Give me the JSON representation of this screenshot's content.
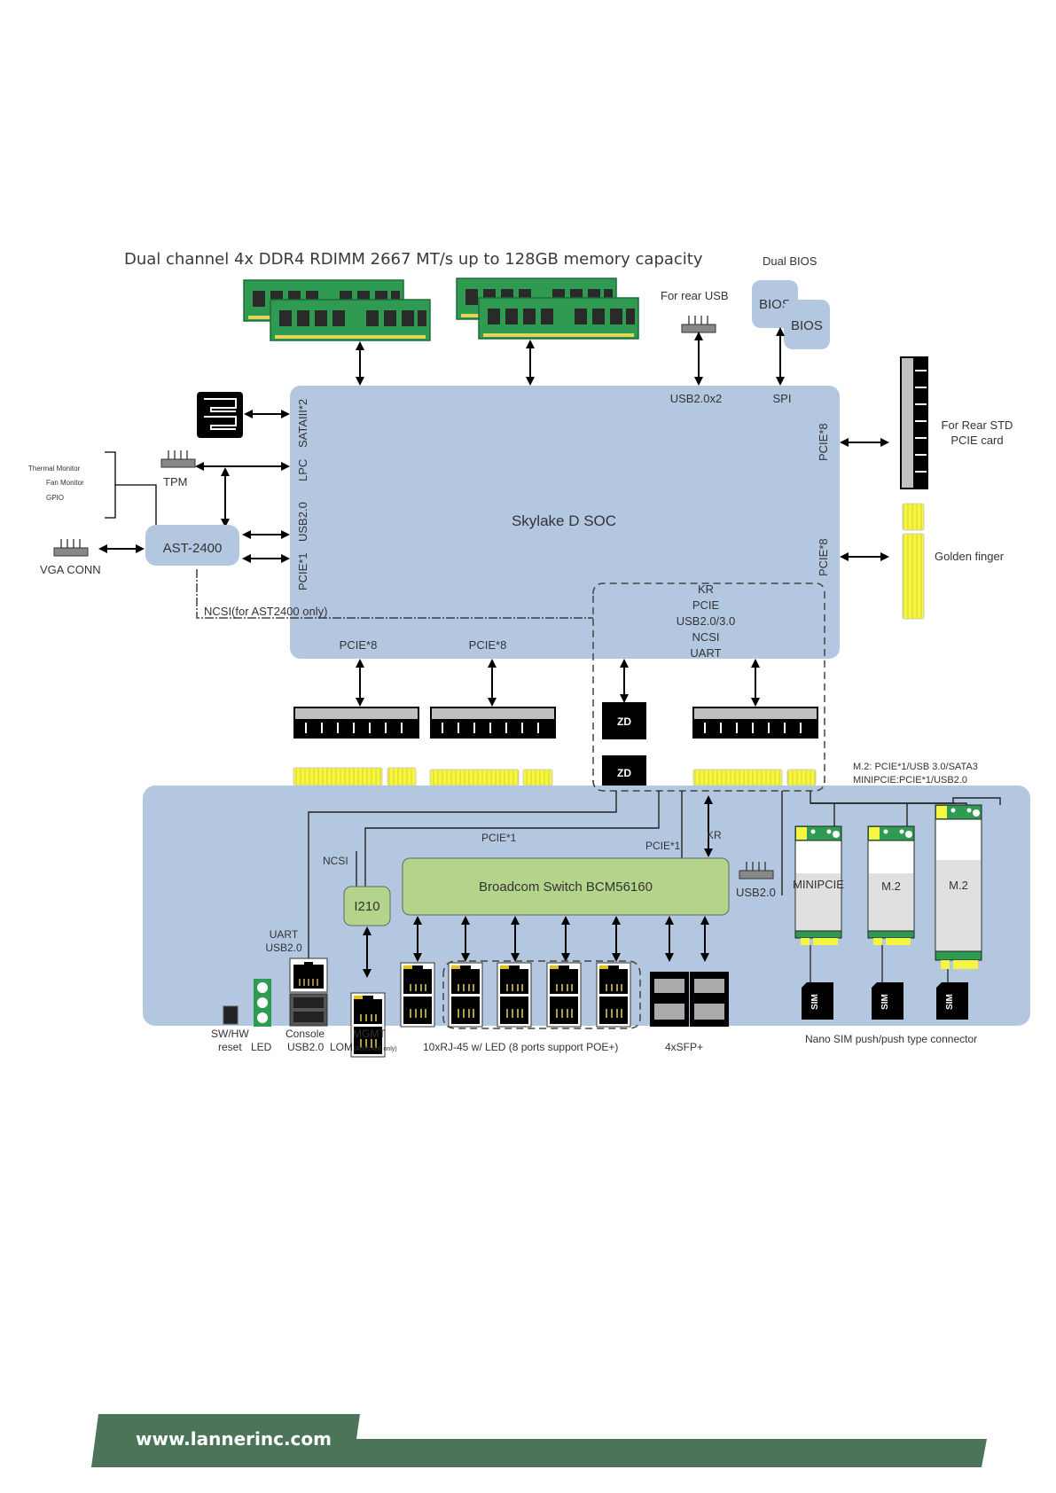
{
  "diagram": {
    "title": "Dual channel 4x DDR4 RDIMM 2667 MT/s up to 128GB memory capacity",
    "soc": {
      "label": "Skylake D SOC"
    },
    "top": {
      "rear_usb_label": "For rear USB",
      "dual_bios_label": "Dual BIOS",
      "bios_chip_1": "BIOS",
      "bios_chip_2": "BIOS",
      "usb_bus": "USB2.0x2",
      "spi_bus": "SPI"
    },
    "soc_left_ports": {
      "sata": "SATAIII*2",
      "lpc": "LPC",
      "usb": "USB2.0",
      "pcie": "PCIE*1"
    },
    "soc_right_ports": {
      "pcie_top": "PCIE*8",
      "pcie_bottom": "PCIE*8"
    },
    "soc_bottom_ports": {
      "pcie_left": "PCIE*8",
      "pcie_mid": "PCIE*8",
      "group": [
        "KR",
        "PCIE",
        "USB2.0/3.0",
        "NCSI",
        "UART"
      ]
    },
    "left": {
      "monitors": [
        "Thermal Monitor",
        "Fan Monitor",
        "GPIO"
      ],
      "tpm": "TPM",
      "bmc": "AST-2400",
      "vga": "VGA CONN",
      "ncsi_note": "NCSI(for AST2400 only)"
    },
    "right": {
      "rear_pcie": "For Rear STD\nPCIE card",
      "rear_pcie_line1": "For Rear STD",
      "rear_pcie_line2": "PCIE card",
      "golden_finger": "Golden finger"
    },
    "zd_1": "ZD",
    "zd_2": "ZD",
    "board": {
      "m2_note_1": "M.2: PCIE*1/USB 3.0/SATA3",
      "m2_note_2": "MINIPCIE:PCIE*1/USB2.0",
      "pcie1_left": "PCIE*1",
      "pcie1_right": "PCIE*1",
      "kr": "KR",
      "ncsi": "NCSI",
      "i210": "I210",
      "switch": "Broadcom Switch BCM56160",
      "usb20": "USB2.0",
      "uart_1": "UART",
      "uart_2": "USB2.0",
      "slot_minipcie": "MINIPCIE",
      "slot_m2_a": "M.2",
      "slot_m2_b": "M.2",
      "sim": "SIM"
    },
    "bottom_labels": {
      "swhw": "SW/HW",
      "reset": "reset",
      "led": "LED",
      "console": "Console",
      "console_usb": "USB2.0",
      "mgmt": "MGMT",
      "lom": "LOM",
      "lom_note": "(AST2400 only)",
      "rj45": "10xRJ-45 w/ LED (8 ports support POE+)",
      "sfp": "4xSFP+",
      "sim_note": "Nano SIM push/push type connector"
    },
    "colors": {
      "soc_blue": "#b4c7e1",
      "switch_green": "#b5d48b",
      "footer_green": "#4b7459",
      "finger_yellow": "#f5f542",
      "dimm_green": "#2e9a52"
    }
  },
  "footer": {
    "url": "www.lannerinc.com"
  }
}
